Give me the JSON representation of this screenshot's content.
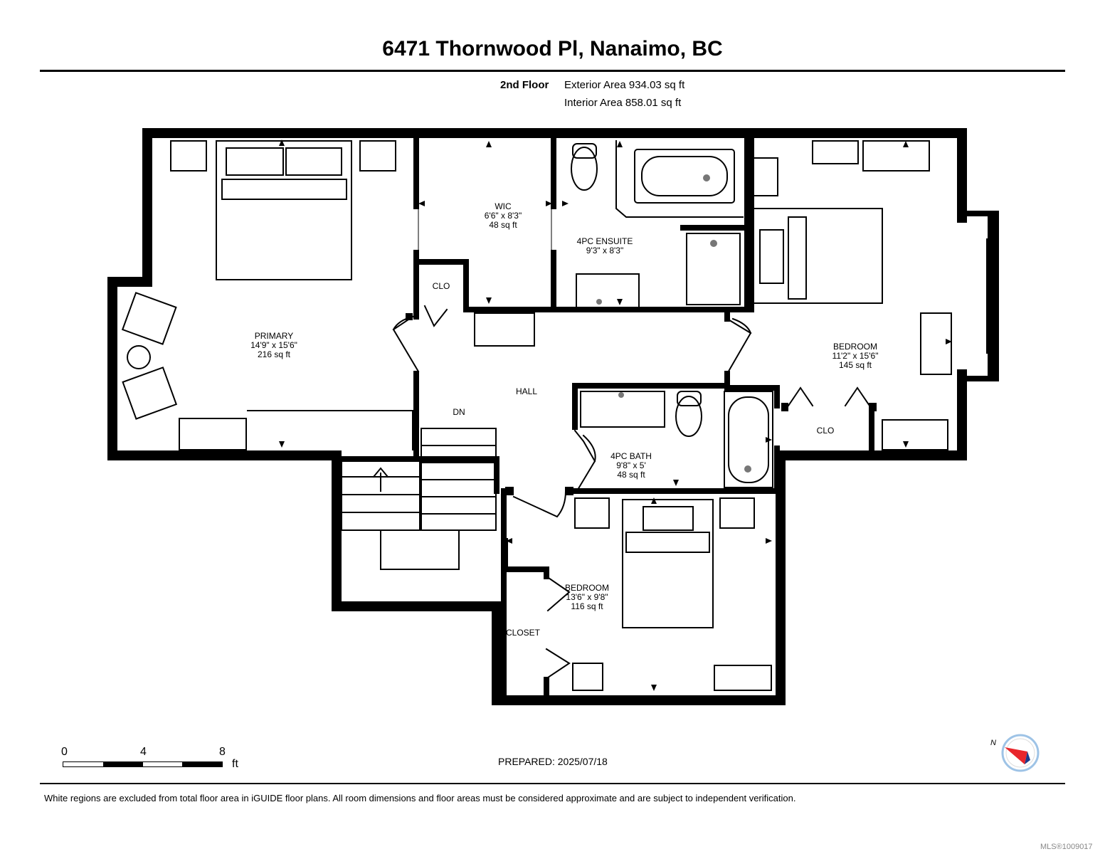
{
  "title": "6471 Thornwood Pl, Nanaimo, BC",
  "header": {
    "floor": "2nd Floor",
    "exterior": "Exterior Area 934.03 sq ft",
    "interior": "Interior Area 858.01 sq ft"
  },
  "rooms": {
    "primary": {
      "name": "PRIMARY",
      "dims": "14'9\" x 15'6\"",
      "area": "216 sq ft"
    },
    "wic": {
      "name": "WIC",
      "dims": "6'6\" x 8'3\"",
      "area": "48 sq ft"
    },
    "ensuite": {
      "name": "4PC ENSUITE",
      "dims": "9'3\" x 8'3\""
    },
    "bedroom_right": {
      "name": "BEDROOM",
      "dims": "11'2\" x 15'6\"",
      "area": "145 sq ft"
    },
    "bath": {
      "name": "4PC BATH",
      "dims": "9'8\" x 5'",
      "area": "48 sq ft"
    },
    "bedroom_bottom": {
      "name": "BEDROOM",
      "dims": "13'6\" x 9'8\"",
      "area": "116 sq ft"
    },
    "clo1": "CLO",
    "clo2": "CLO",
    "hall": "HALL",
    "dn": "DN",
    "closet": "CLOSET"
  },
  "scale": {
    "t0": "0",
    "t4": "4",
    "t8": "8",
    "unit": "ft"
  },
  "prepared": "PREPARED: 2025/07/18",
  "disclaimer": "White regions are excluded from total floor area in iGUIDE floor plans. All room dimensions and floor areas must be considered approximate and are subject to independent verification.",
  "mls": "MLS®1009017",
  "compass": {
    "label": "N",
    "needle_color": "#e8262c",
    "ring_color": "#9ec3e6"
  }
}
